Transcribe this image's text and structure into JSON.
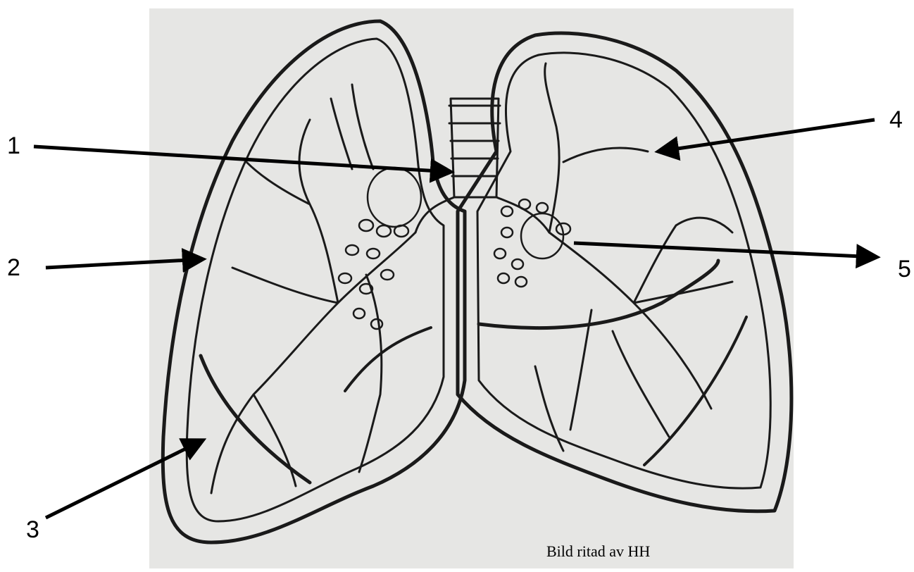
{
  "figure": {
    "credit": "Bild ritad av HH",
    "paper_color": "#e6e6e4",
    "ink_color": "#1a1a1a"
  },
  "callouts": [
    {
      "number": "1"
    },
    {
      "number": "2"
    },
    {
      "number": "3"
    },
    {
      "number": "4"
    },
    {
      "number": "5"
    }
  ]
}
